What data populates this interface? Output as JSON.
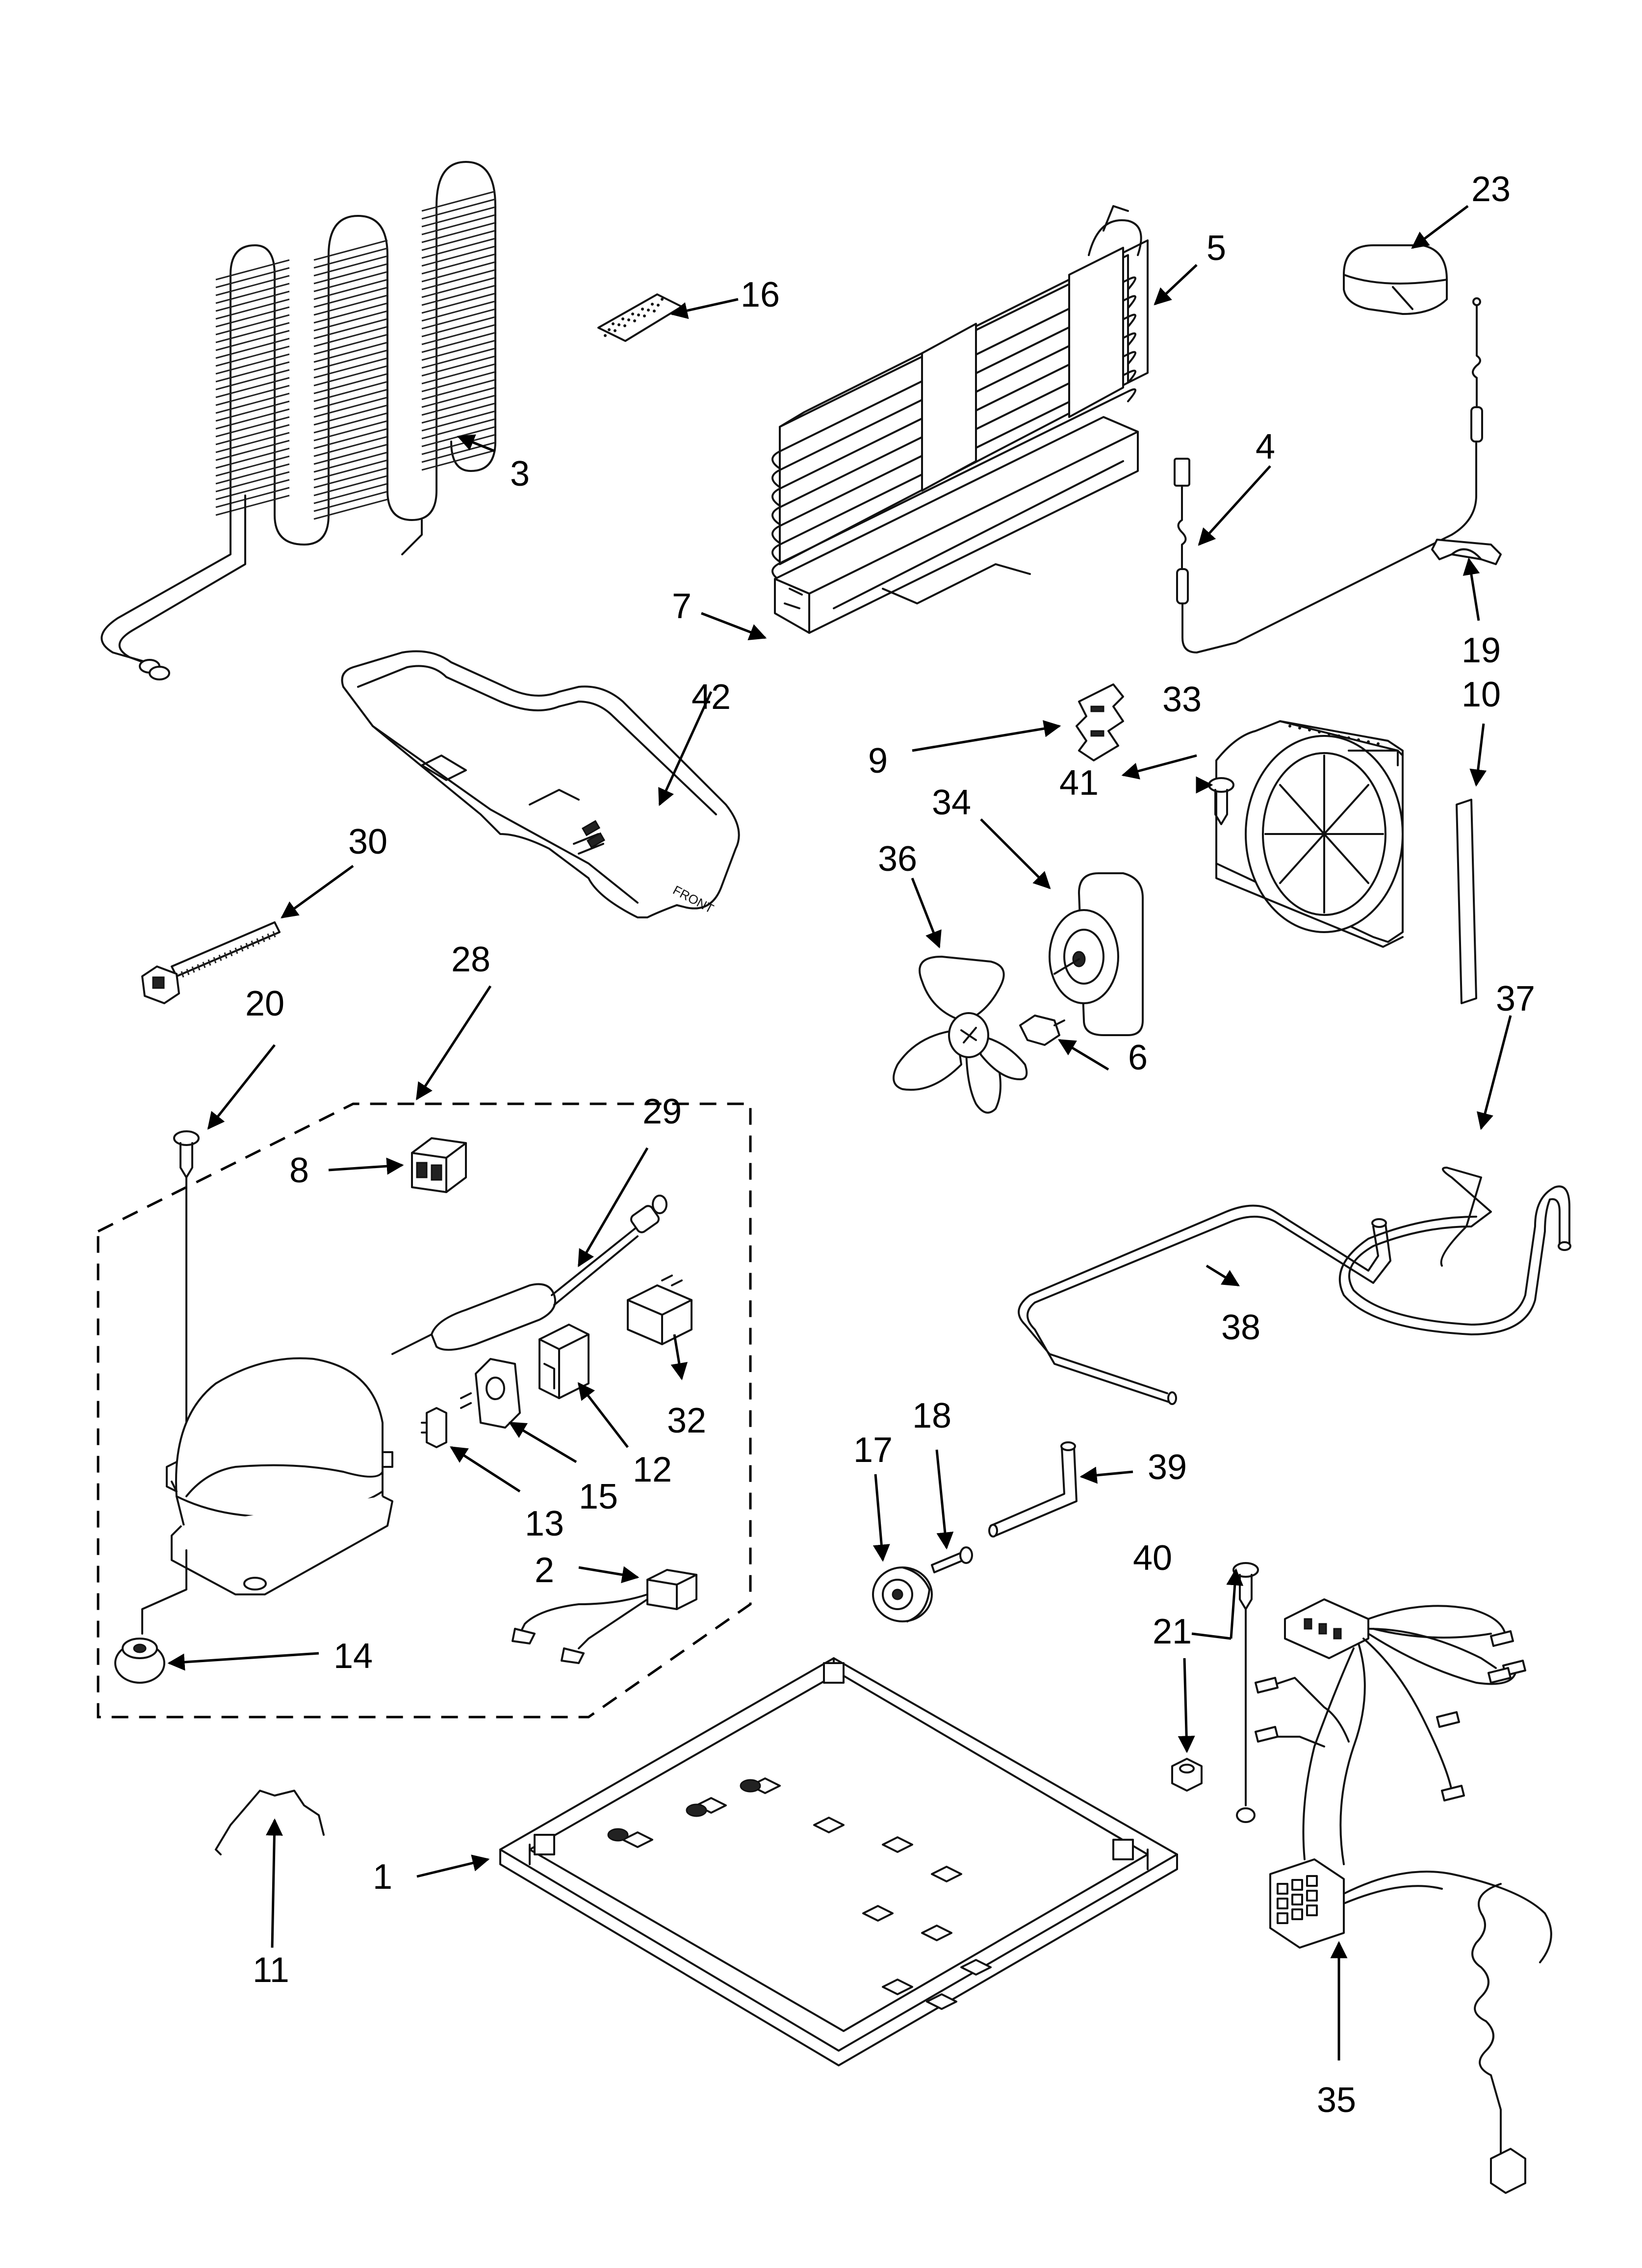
{
  "callouts": [
    {
      "id": "p1",
      "label": "1"
    },
    {
      "id": "p2",
      "label": "2"
    },
    {
      "id": "p3",
      "label": "3"
    },
    {
      "id": "p4",
      "label": "4"
    },
    {
      "id": "p5",
      "label": "5"
    },
    {
      "id": "p6",
      "label": "6"
    },
    {
      "id": "p7",
      "label": "7"
    },
    {
      "id": "p8",
      "label": "8"
    },
    {
      "id": "p9",
      "label": "9"
    },
    {
      "id": "p10",
      "label": "10"
    },
    {
      "id": "p11",
      "label": "11"
    },
    {
      "id": "p12",
      "label": "12"
    },
    {
      "id": "p13",
      "label": "13"
    },
    {
      "id": "p14",
      "label": "14"
    },
    {
      "id": "p15",
      "label": "15"
    },
    {
      "id": "p16",
      "label": "16"
    },
    {
      "id": "p17",
      "label": "17"
    },
    {
      "id": "p18",
      "label": "18"
    },
    {
      "id": "p19",
      "label": "19"
    },
    {
      "id": "p20",
      "label": "20"
    },
    {
      "id": "p21",
      "label": "21"
    },
    {
      "id": "p23",
      "label": "23"
    },
    {
      "id": "p28",
      "label": "28"
    },
    {
      "id": "p29",
      "label": "29"
    },
    {
      "id": "p30",
      "label": "30"
    },
    {
      "id": "p32",
      "label": "32"
    },
    {
      "id": "p33",
      "label": "33"
    },
    {
      "id": "p34",
      "label": "34"
    },
    {
      "id": "p35",
      "label": "35"
    },
    {
      "id": "p36",
      "label": "36"
    },
    {
      "id": "p37",
      "label": "37"
    },
    {
      "id": "p38",
      "label": "38"
    },
    {
      "id": "p39",
      "label": "39"
    },
    {
      "id": "p40",
      "label": "40"
    },
    {
      "id": "p41",
      "label": "41"
    },
    {
      "id": "p42",
      "label": "42"
    }
  ],
  "drain_pan_text": "FRONT"
}
